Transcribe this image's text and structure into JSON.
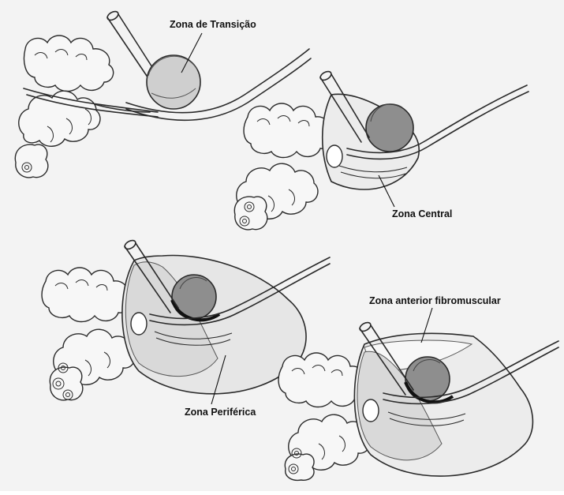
{
  "labels": {
    "transition_zone": "Zona de Transição",
    "central_zone": "Zona Central",
    "peripheral_zone": "Zona Periférica",
    "anterior_fibromuscular_zone": "Zona anterior fibromuscular"
  },
  "colors": {
    "background": "#f3f3f3",
    "line": "#2a2a2a",
    "transition_fill": "#cfcfcf",
    "central_fill": "#8e8e8e",
    "peripheral_fill": "#d9d9d9",
    "capsule_fill": "#ececec"
  }
}
